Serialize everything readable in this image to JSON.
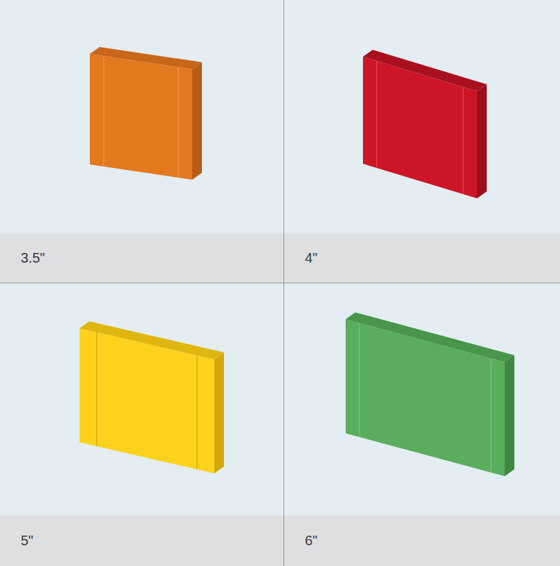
{
  "diagram": {
    "nodes": [
      {
        "text": [
          "3.5\""
        ]
      },
      {
        "text": [
          "4\""
        ]
      },
      {
        "text": [
          "5\""
        ]
      },
      {
        "text": [
          "6\""
        ]
      }
    ]
  }
}
